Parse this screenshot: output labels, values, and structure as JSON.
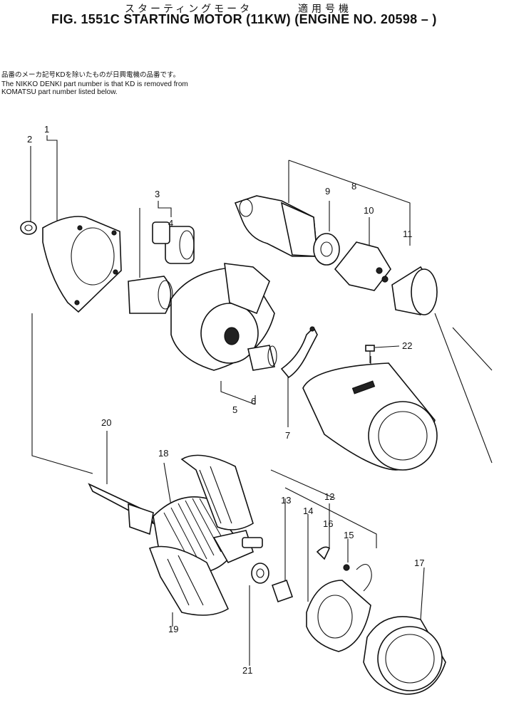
{
  "header": {
    "jp_title": "スターティングモータ",
    "jp_applicability": "適用号機",
    "fig_title": "FIG. 1551C  STARTING MOTOR (11KW) (ENGINE NO. 20598 – )"
  },
  "note": {
    "jp": "品番のメーカ記号KDを除いたものが日興電機の品番です。",
    "en_line1": "The NIKKO DENKI part number is that KD is removed from",
    "en_line2": "KOMATSU part number listed below."
  },
  "callouts": [
    "1",
    "2",
    "3",
    "4",
    "5",
    "6",
    "7",
    "8",
    "9",
    "10",
    "11",
    "12",
    "13",
    "14",
    "15",
    "16",
    "17",
    "18",
    "19",
    "20",
    "21",
    "22"
  ]
}
